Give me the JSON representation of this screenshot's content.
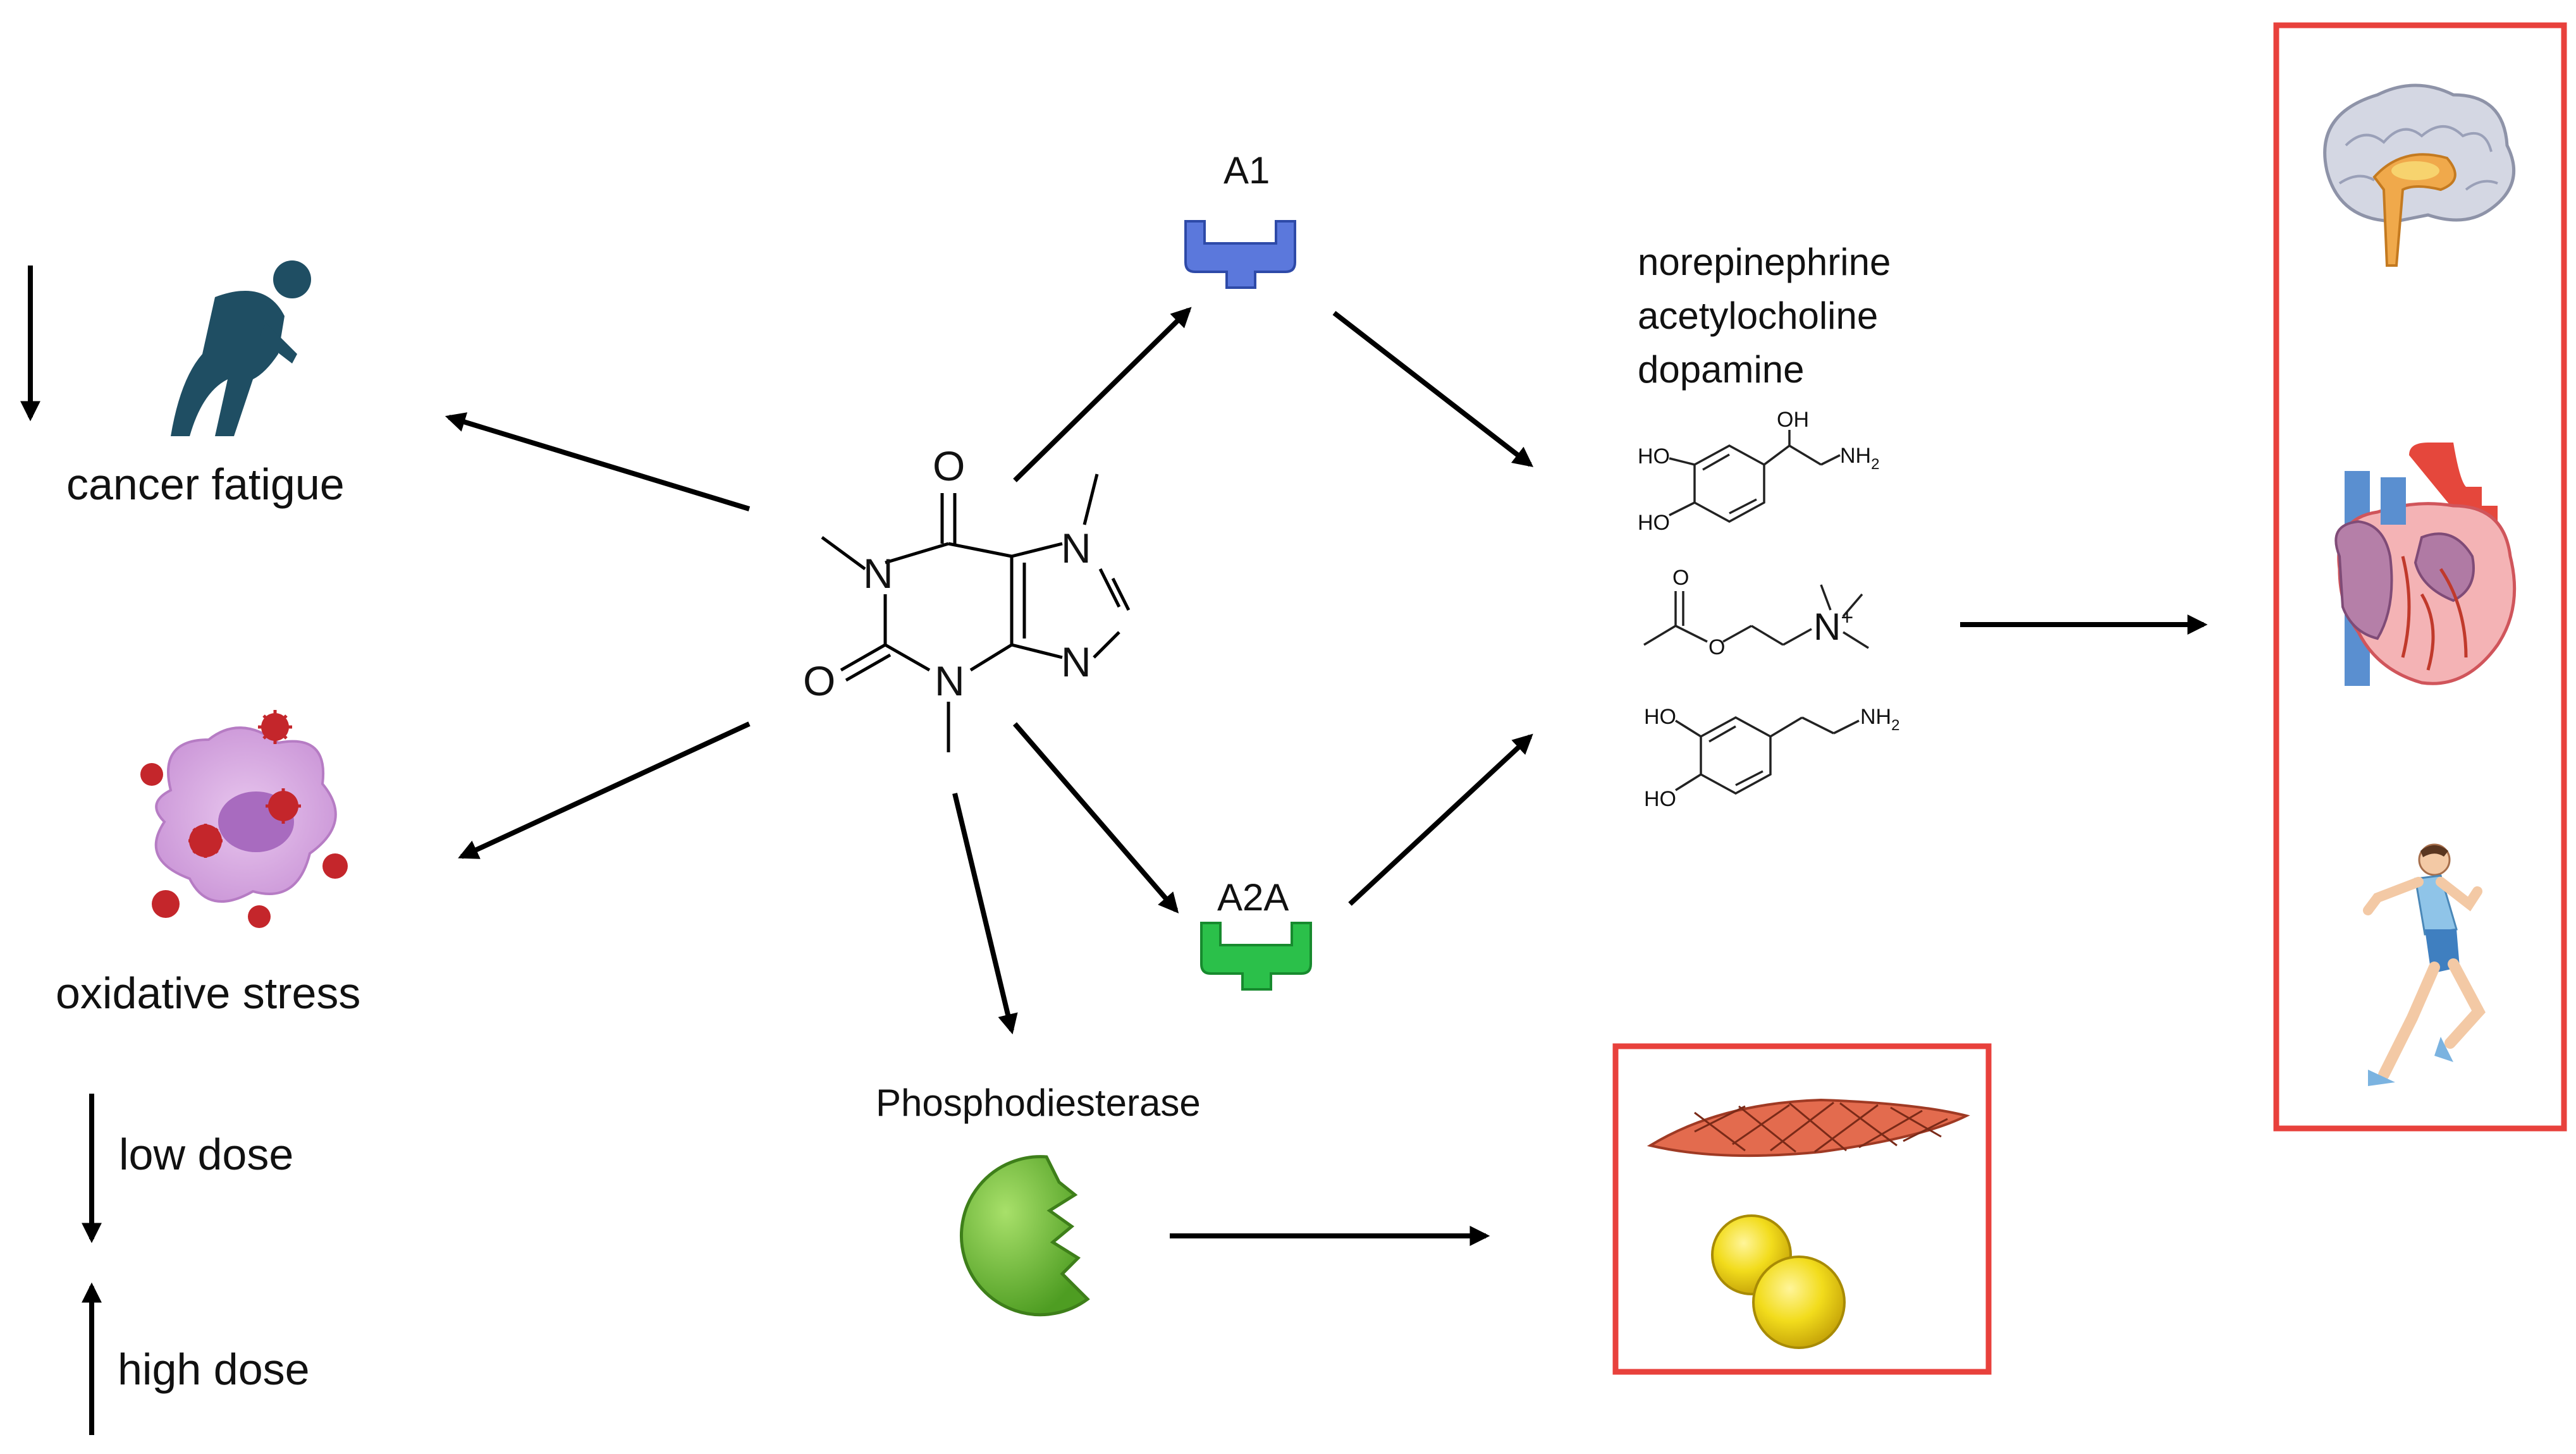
{
  "labels": {
    "receptor_a1": "A1",
    "receptor_a2a": "A2A",
    "enzyme": "Phosphodiesterase",
    "neurotransmitter_1": "norepinephrine",
    "neurotransmitter_2": "acetylocholine",
    "neurotransmitter_3": "dopamine",
    "effect_fatigue": "cancer fatigue",
    "effect_oxidative": "oxidative stress",
    "dose_low": "low dose",
    "dose_high": "high dose"
  },
  "caffeine_atoms": {
    "o_top": "O",
    "o_left": "O",
    "n1": "N",
    "n3": "N",
    "n7": "N",
    "n9": "N"
  },
  "chem_labels": {
    "ne_oh_side": "OH",
    "ne_nh2": "NH",
    "ne_nh2_sub": "2",
    "ne_ho1": "HO",
    "ne_ho2": "HO",
    "ach_o_carbonyl": "O",
    "ach_o_ester": "O",
    "ach_n": "N",
    "ach_plus": "+",
    "da_ho1": "HO",
    "da_ho2": "HO",
    "da_nh2": "NH",
    "da_nh2_sub": "2"
  },
  "icons": {
    "fatigue": "tired-person-icon",
    "cell": "oxidative-cell-icon",
    "brain": "brain-icon",
    "heart": "heart-icon",
    "runner": "runner-icon",
    "muscle": "muscle-fiber-icon",
    "fat": "fat-cells-icon",
    "a1": "receptor-a1-icon",
    "a2a": "receptor-a2a-icon",
    "pde": "phosphodiesterase-icon"
  },
  "colors": {
    "a1_receptor": "#5b78dc",
    "a2a_receptor": "#2bc04a",
    "pde": "#6fc23a",
    "box_outline": "#e8413c",
    "fatigue_figure": "#1f4e63",
    "cell": "#d8a6e0"
  }
}
